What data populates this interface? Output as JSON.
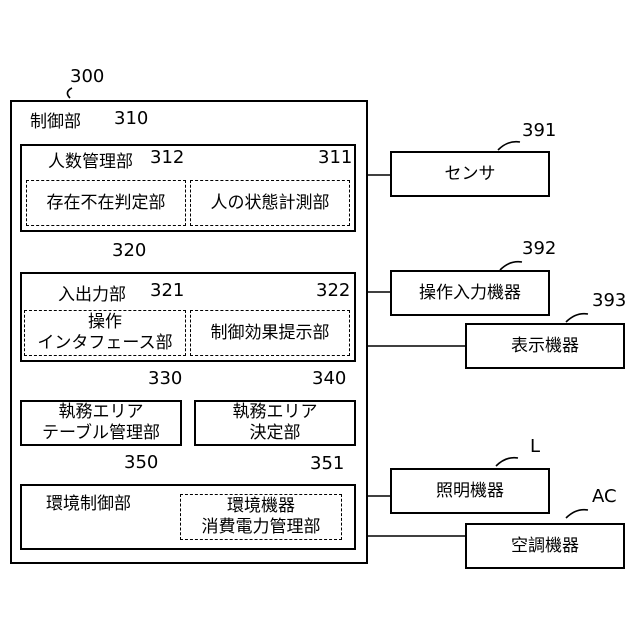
{
  "control_unit": {
    "ref": "300",
    "label": "制御部"
  },
  "headcount": {
    "ref": "310",
    "label": "人数管理部",
    "presence": {
      "ref": "312",
      "label": "存在不在判定部"
    },
    "state": {
      "ref": "311",
      "label": "人の状態計測部"
    }
  },
  "io": {
    "ref": "320",
    "label": "入出力部",
    "ui": {
      "ref": "321",
      "line1": "操作",
      "line2": "インタフェース部"
    },
    "effect": {
      "ref": "322",
      "label": "制御効果提示部"
    }
  },
  "area_table": {
    "ref": "330",
    "line1": "執務エリア",
    "line2": "テーブル管理部"
  },
  "area_decide": {
    "ref": "340",
    "line1": "執務エリア",
    "line2": "決定部"
  },
  "env": {
    "ref": "350",
    "label": "環境制御部",
    "power": {
      "ref": "351",
      "line1": "環境機器",
      "line2": "消費電力管理部"
    }
  },
  "sensor": {
    "ref": "391",
    "label": "センサ"
  },
  "op_input": {
    "ref": "392",
    "label": "操作入力機器"
  },
  "display": {
    "ref": "393",
    "label": "表示機器"
  },
  "lighting": {
    "ref": "L",
    "label": "照明機器"
  },
  "aircon": {
    "ref": "AC",
    "label": "空調機器"
  }
}
